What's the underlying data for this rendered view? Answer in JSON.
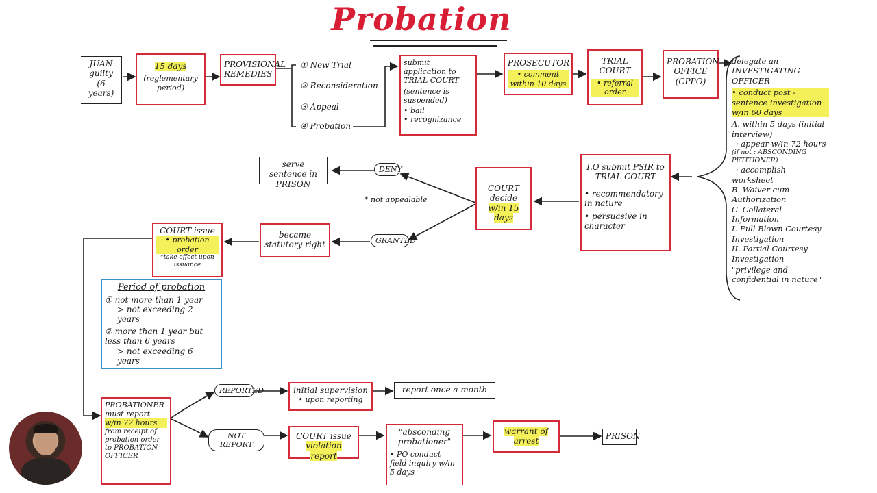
{
  "title": "Probation",
  "nodes": {
    "juan": [
      "JUAN",
      "guilty",
      "(6 years)"
    ],
    "days15": {
      "hl": "15 days",
      "sub": "(reglementary period)"
    },
    "provisional": [
      "PROVISIONAL",
      "REMEDIES"
    ],
    "remedies": [
      "① New Trial",
      "② Reconsideration",
      "③ Appeal",
      "④ Probation"
    ],
    "submit": {
      "line1": "submit application to TRIAL COURT",
      "line2": "(sentence is suspended)",
      "b1": "• bail",
      "b2": "• recognizance"
    },
    "prosecutor": {
      "head": "PROSECUTOR",
      "hl": "• comment within 10 days"
    },
    "trial_court": {
      "head": "TRIAL COURT",
      "hl": "• referral order"
    },
    "probation_office": [
      "PROBATION",
      "OFFICE",
      "(CPPO)"
    ],
    "investigating": [
      "delegate an INVESTIGATING OFFICER",
      "• conduct post - sentence investigation w/in 60 days",
      "A. within 5 days (initial interview)",
      "→ appear w/in 72 hours",
      "(if not : ABSCONDING PETITIONER)",
      "→ accomplish worksheet",
      "B. Waiver cum Authorization",
      "C. Collateral Information",
      "I. Full Blown Courtesy Investigation",
      "II. Partial Courtesy Investigation",
      "\"privilege and confidential in nature\""
    ],
    "io_submit": {
      "head": "I.O submit PSIR to TRIAL COURT",
      "b1": "• recommendatory in nature",
      "b2": "• persuasive in character"
    },
    "court_decide": {
      "head": "COURT decide",
      "hl": "w/in 15 days"
    },
    "deny": "DENY",
    "not_appealable": "* not appealable",
    "serve": "serve sentence in PRISON",
    "granted": "GRANTED",
    "statutory": "became statutory right",
    "court_issue": {
      "head": "COURT issue",
      "hl": "• probation order",
      "sub": "*take effect upon issuance"
    },
    "period": {
      "title": "Period of probation",
      "items": [
        "① not more than 1 year",
        "> not exceeding 2 years",
        "② more than 1 year but less than 6 years",
        "> not exceeding 6 years"
      ]
    },
    "probationer": {
      "head": "PROBATIONER must report",
      "hl": "w/in 72 hours",
      "rest": "from receipt of probation order to PROBATION OFFICER"
    },
    "reported": "REPORTED",
    "not_report": "NOT REPORT",
    "initial_sup": {
      "head": "initial supervision",
      "sub": "• upon reporting"
    },
    "report_month": "report once a month",
    "violation": {
      "head": "COURT issue",
      "hl": "violation report"
    },
    "absconding": {
      "head": "\"absconding probationer\"",
      "sub": "• PO conduct field inquiry w/in 5 days"
    },
    "warrant": "warrant of arrest",
    "prison": "PRISON"
  },
  "colors": {
    "red_box": "#d42a3a",
    "highlight": "#f4f05a",
    "blue_box": "#3a8fc8",
    "title": "#d81e35"
  }
}
